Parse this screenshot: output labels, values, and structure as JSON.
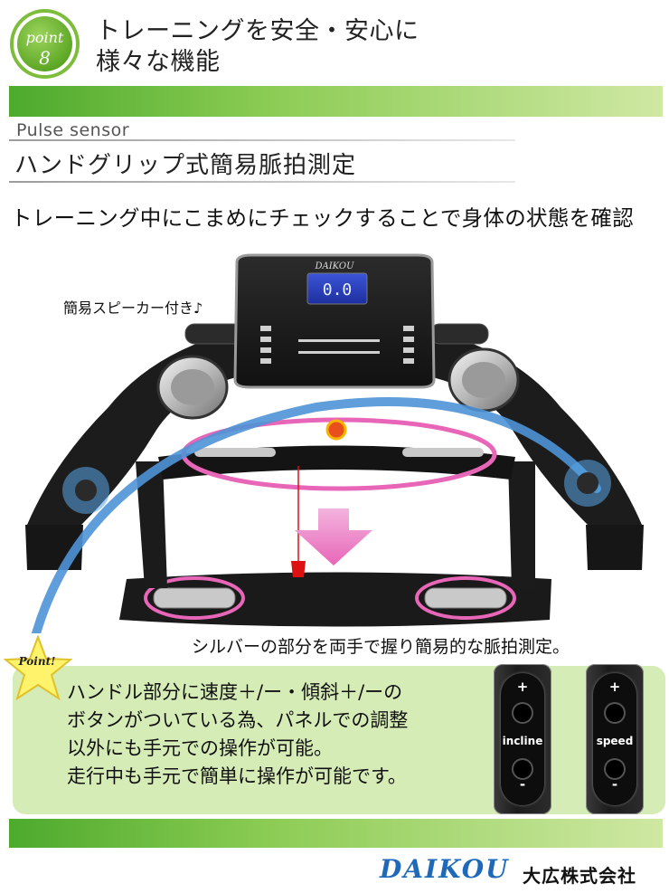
{
  "point_badge": {
    "word": "point",
    "number": "8"
  },
  "headline": {
    "line1": "トレーニングを安全・安心に",
    "line2": "様々な機能"
  },
  "section": {
    "subtitle_en": "Pulse sensor",
    "subtitle_jp": "ハンドグリップ式簡易脈拍測定",
    "lead": "トレーニング中にこまめにチェックすることで身体の状態を確認"
  },
  "treadmill": {
    "brand": "DAIKOU",
    "speaker_note": "簡易スピーカー付き♪",
    "silver_note": "シルバーの部分を両手で握り簡易的な脈拍測定。",
    "display_value": "0.0"
  },
  "point_box": {
    "star_label": "Point!",
    "lines": [
      "ハンドル部分に速度＋/ー・傾斜＋/ーの",
      "ボタンがついている為、パネルでの調整",
      "以外にも手元での操作が可能。",
      "走行中も手元で簡単に操作が可能です。"
    ]
  },
  "remotes": {
    "incline": {
      "label": "incline",
      "plus": "+",
      "minus": "-"
    },
    "speed": {
      "label": "speed",
      "plus": "+",
      "minus": "-"
    }
  },
  "footer": {
    "logo": "DAIKOU",
    "company": "大広株式会社"
  },
  "colors": {
    "accent_green": "#5aa423",
    "panel_green": "#d6ecb7",
    "pink": "#e866b8",
    "blue": "#1e69b8"
  }
}
